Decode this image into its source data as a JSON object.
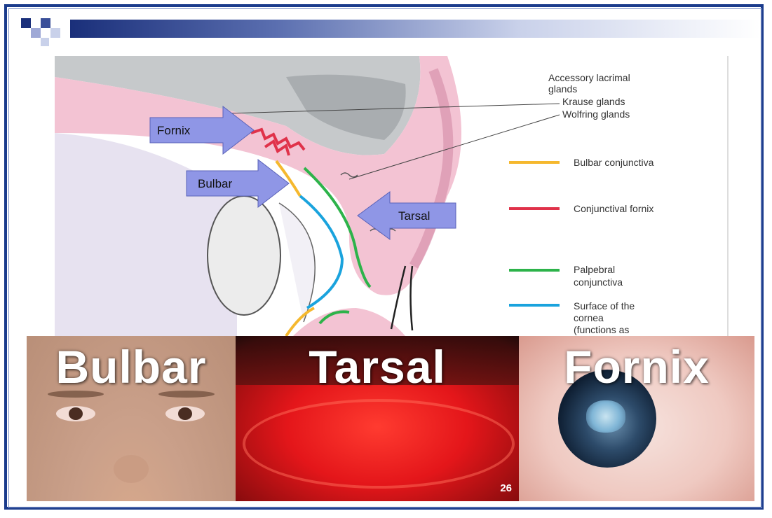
{
  "diagram": {
    "heading": "Accessory lacrimal glands",
    "heading_line1": "Accessory lacrimal",
    "heading_line2": "glands",
    "labels": {
      "krause": "Krause glands",
      "wolfring": "Wolfring glands"
    },
    "arrows": {
      "fornix": "Fornix",
      "bulbar": "Bulbar",
      "tarsal": "Tarsal"
    },
    "legend": [
      {
        "line1": "Bulbar conjunctiva",
        "line2": "",
        "line3": "",
        "color": "#f5b82e"
      },
      {
        "line1": "Conjunctival fornix",
        "line2": "",
        "line3": "",
        "color": "#e0324a"
      },
      {
        "line1": "Palpebral",
        "line2": "conjunctiva",
        "line3": "",
        "color": "#2db34a"
      },
      {
        "line1": "Surface of the",
        "line2": "cornea",
        "line3": "(functions as",
        "color": "#1aa3dd"
      }
    ]
  },
  "photos": [
    {
      "label": "Bulbar",
      "kind": "face-photo"
    },
    {
      "label": "Tarsal",
      "kind": "everted-eyelid-photo"
    },
    {
      "label": "Fornix",
      "kind": "eye-closeup-photo"
    }
  ],
  "page_number": "26",
  "colors": {
    "frame": "#1a3b8c",
    "arrow_fill": "#8f96e6",
    "eyelid_pink": "#f3c3d3",
    "bone_gray": "#c6c9cb"
  }
}
